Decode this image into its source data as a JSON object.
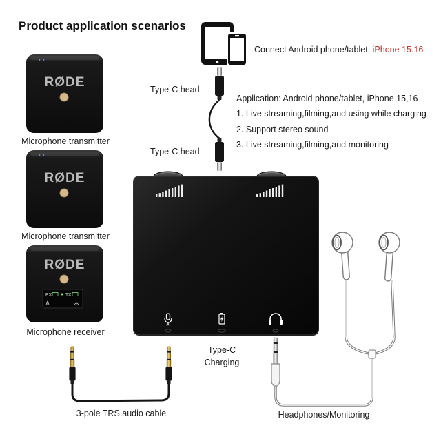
{
  "title": "Product application scenarios",
  "host_device": {
    "icons": [
      "tablet-icon",
      "phone-icon"
    ],
    "connect_prefix": "Connect Android phone/tablet, ",
    "connect_highlight": "iPhone 15.16"
  },
  "typec_cable": {
    "top_label": "Type-C head",
    "bottom_label": "Type-C head"
  },
  "application": {
    "heading": "Application: Android phone/tablet, iPhone 15,16",
    "items": [
      "1. Live streaming,filming,and using while charging",
      "2. Support stereo sound",
      "3. Live streaming,filming,and monitoring"
    ]
  },
  "microphones": [
    {
      "logo": "RØDE",
      "label": "Microphone transmitter"
    },
    {
      "logo": "RØDE",
      "label": "Microphone transmitter"
    },
    {
      "logo": "RØDE",
      "label": "Microphone receiver",
      "screen": {
        "left": "RX",
        "right": "TX"
      }
    }
  ],
  "adapter": {
    "icons": [
      "microphone-icon",
      "battery-icon",
      "headphone-icon"
    ],
    "charging_line1": "Type-C",
    "charging_line2": "Charging"
  },
  "trs_cable": {
    "label": "3-pole TRS audio cable"
  },
  "headphones": {
    "label": "Headphones/Monitoring"
  },
  "colors": {
    "highlight": "#c8302a",
    "adapter_body": "#111111",
    "plug_gold": "#d4ad4a",
    "mic_button": "#d8b88a",
    "level_meter": "#eeeeee"
  }
}
